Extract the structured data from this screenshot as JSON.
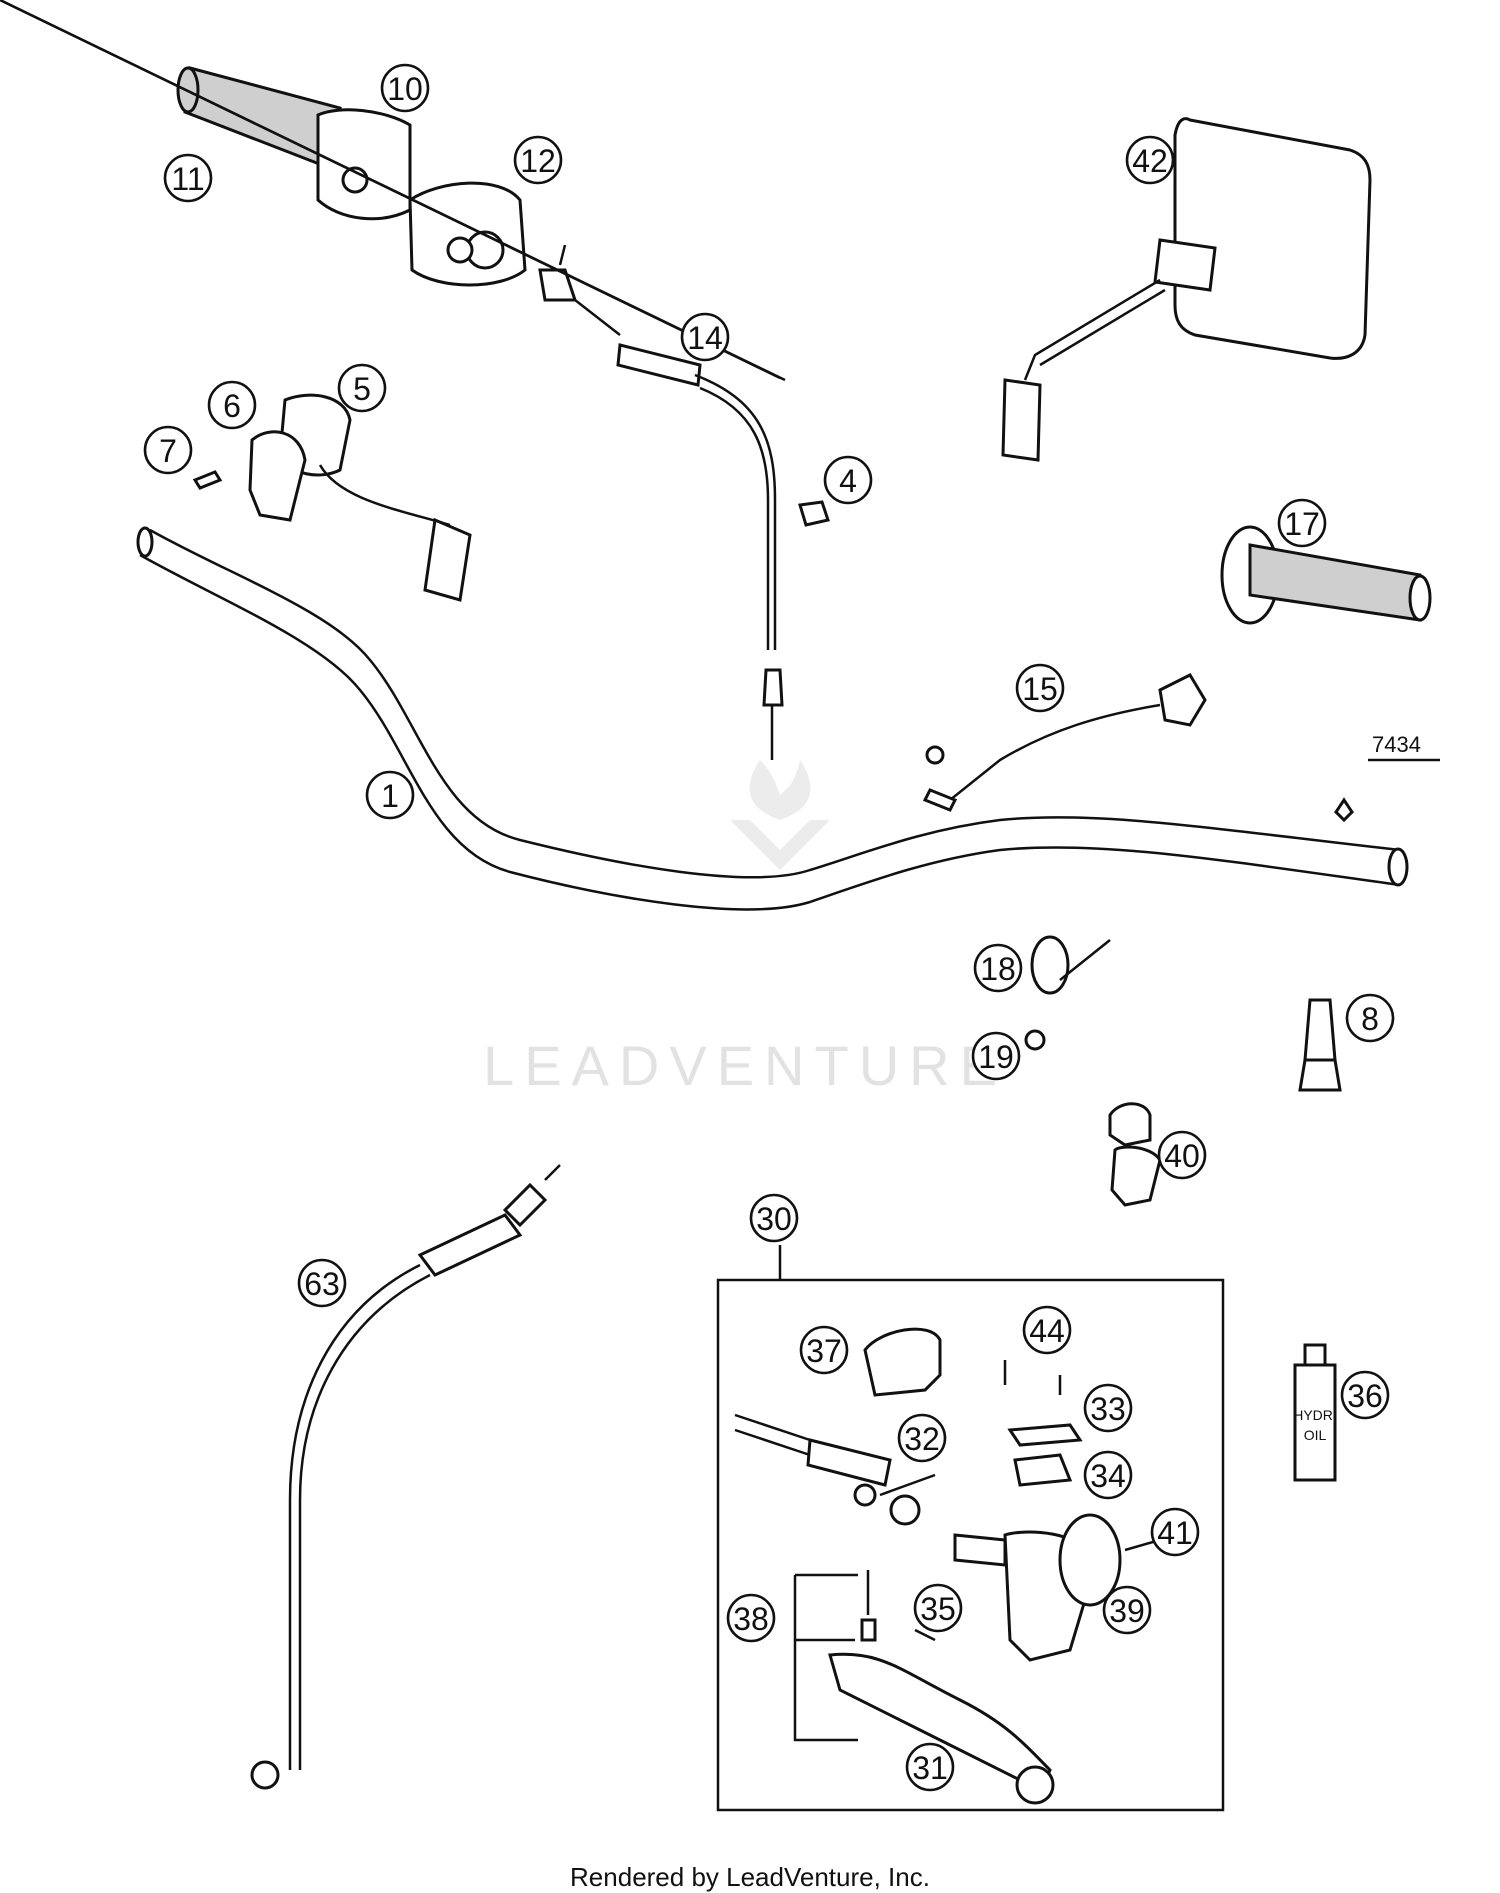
{
  "callouts": [
    {
      "id": "c1",
      "label": "1"
    },
    {
      "id": "c4",
      "label": "4"
    },
    {
      "id": "c5",
      "label": "5"
    },
    {
      "id": "c6",
      "label": "6"
    },
    {
      "id": "c7",
      "label": "7"
    },
    {
      "id": "c8",
      "label": "8"
    },
    {
      "id": "c10",
      "label": "10"
    },
    {
      "id": "c11",
      "label": "11"
    },
    {
      "id": "c12",
      "label": "12"
    },
    {
      "id": "c14",
      "label": "14"
    },
    {
      "id": "c15",
      "label": "15"
    },
    {
      "id": "c17",
      "label": "17"
    },
    {
      "id": "c18",
      "label": "18"
    },
    {
      "id": "c19",
      "label": "19"
    },
    {
      "id": "c30",
      "label": "30"
    },
    {
      "id": "c31",
      "label": "31"
    },
    {
      "id": "c32",
      "label": "32"
    },
    {
      "id": "c33",
      "label": "33"
    },
    {
      "id": "c34",
      "label": "34"
    },
    {
      "id": "c35",
      "label": "35"
    },
    {
      "id": "c36",
      "label": "36"
    },
    {
      "id": "c37",
      "label": "37"
    },
    {
      "id": "c38",
      "label": "38"
    },
    {
      "id": "c39",
      "label": "39"
    },
    {
      "id": "c40",
      "label": "40"
    },
    {
      "id": "c41",
      "label": "41"
    },
    {
      "id": "c42",
      "label": "42"
    },
    {
      "id": "c44",
      "label": "44"
    },
    {
      "id": "c63",
      "label": "63"
    }
  ],
  "note_7434": "7434",
  "oil_bottle_label": [
    "HYDR.",
    "OIL"
  ],
  "watermark": "LEADVENTURE",
  "footer": "Rendered by LeadVenture, Inc."
}
